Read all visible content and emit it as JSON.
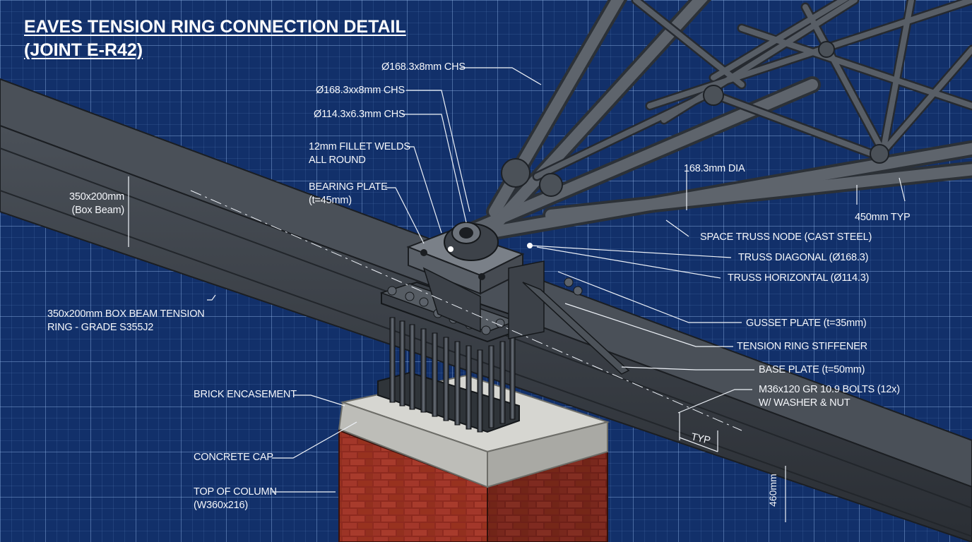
{
  "title": {
    "line1": "EAVES TENSION RING CONNECTION DETAIL",
    "line2": "(JOINT E-R42)"
  },
  "labels": {
    "chs1": "Ø168.3x8mm CHS",
    "chs2": "Ø168.3xx8mm CHS",
    "chs3": "Ø114.3x6.3mm CHS",
    "welds_line1": "12mm FILLET WELDS",
    "welds_line2": "ALL ROUND",
    "bearing_line1": "BEARING PLATE",
    "bearing_line2": "(t=45mm)",
    "beam_size_line1": "350x200mm",
    "beam_size_line2": "(Box Beam)",
    "ring_line1": "350x200mm BOX BEAM TENSION",
    "ring_line2": "RING - GRADE S355J2",
    "brick": "BRICK ENCASEMENT",
    "concrete": "CONCRETE CAP",
    "column_line1": "TOP OF COLUMN",
    "column_line2": "(W360x216)",
    "dia": "168.3mm DIA",
    "typ450": "450mm TYP",
    "node": "SPACE TRUSS NODE (CAST STEEL)",
    "diagonal": "TRUSS DIAGONAL (Ø168.3)",
    "horizontal": "TRUSS HORIZONTAL (Ø114.3)",
    "gusset": "GUSSET PLATE (t=35mm)",
    "stiffener": "TENSION RING STIFFENER",
    "base": "BASE PLATE (t=50mm)",
    "bolts_line1": "M36x120 GR 10.9 BOLTS (12x)",
    "bolts_line2": "W/ WASHER & NUT",
    "typ": "TYP",
    "depth": "460mm"
  },
  "colors": {
    "background": "#12306a",
    "grid": "#96b9eb",
    "steel": "#3e444c",
    "brick": "#8e2a1f",
    "concrete": "#c9c9c4",
    "text": "#f4f6fa"
  }
}
